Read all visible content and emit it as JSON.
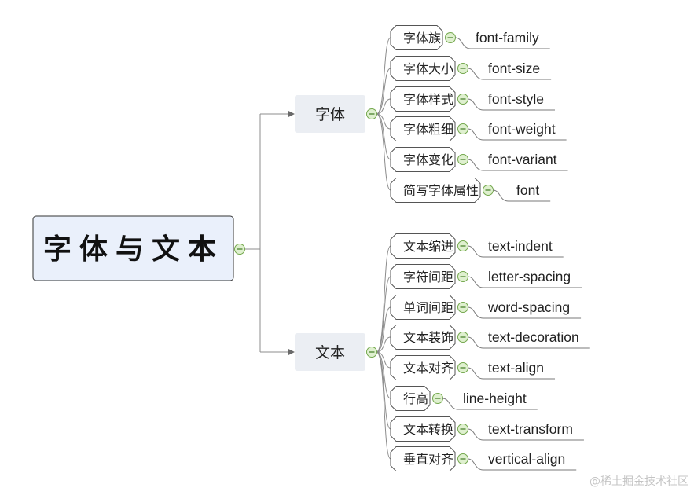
{
  "root": {
    "label": "字体与文本"
  },
  "branches": [
    {
      "label": "字体",
      "children": [
        {
          "label": "字体族",
          "prop": "font-family"
        },
        {
          "label": "字体大小",
          "prop": "font-size"
        },
        {
          "label": "字体样式",
          "prop": "font-style"
        },
        {
          "label": "字体粗细",
          "prop": "font-weight"
        },
        {
          "label": "字体变化",
          "prop": "font-variant"
        },
        {
          "label": "简写字体属性",
          "prop": "font"
        }
      ]
    },
    {
      "label": "文本",
      "children": [
        {
          "label": "文本缩进",
          "prop": "text-indent"
        },
        {
          "label": "字符间距",
          "prop": "letter-spacing"
        },
        {
          "label": "单词间距",
          "prop": "word-spacing"
        },
        {
          "label": "文本装饰",
          "prop": "text-decoration"
        },
        {
          "label": "文本对齐",
          "prop": "text-align"
        },
        {
          "label": "行高",
          "prop": "line-height"
        },
        {
          "label": "文本转换",
          "prop": "text-transform"
        },
        {
          "label": "垂直对齐",
          "prop": "vertical-align"
        }
      ]
    }
  ],
  "watermark": "@稀土掘金技术社区",
  "colors": {
    "root_fill": "#eaf0fb",
    "branch_fill": "#ebeef3",
    "collapse_green": "#74a84e"
  }
}
